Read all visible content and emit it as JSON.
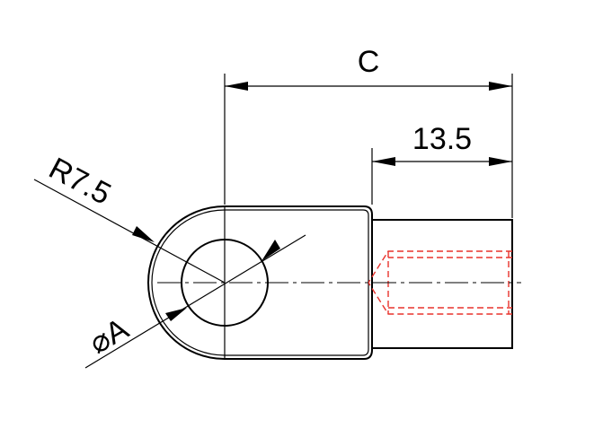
{
  "drawing": {
    "dimensions": {
      "overall_length_label": "C",
      "thread_length_label": "13.5",
      "radius_label": "R7.5",
      "hole_diameter_label": "⌀A"
    },
    "colors": {
      "line": "#000000",
      "hidden_thread": "#e8322c",
      "background": "#ffffff"
    }
  }
}
